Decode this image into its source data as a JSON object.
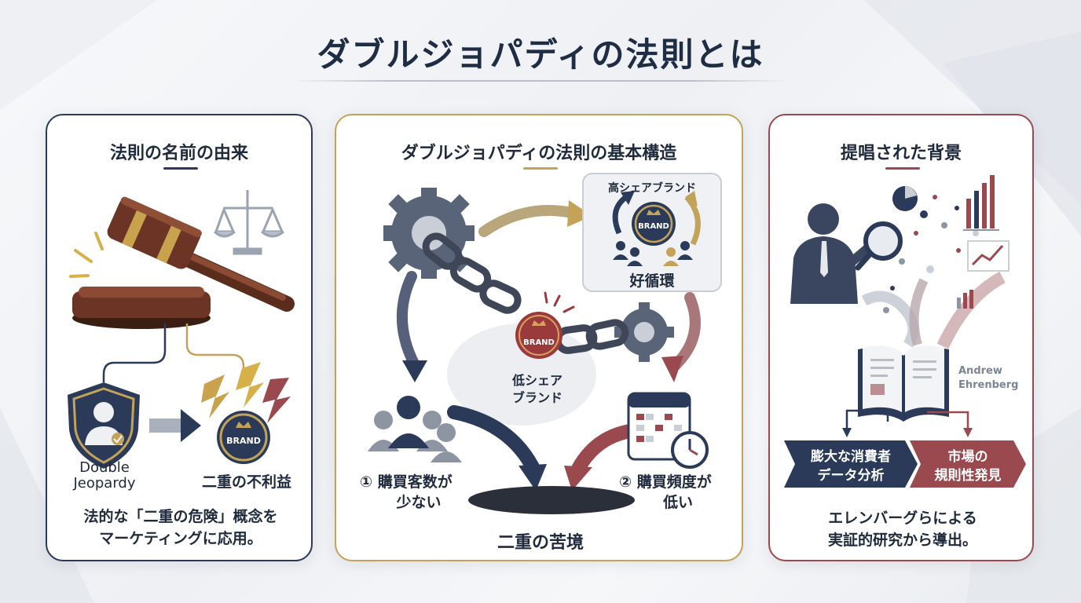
{
  "title": "ダブルジョパディの法則とは",
  "panels": {
    "left": {
      "heading": "法則の名前の由来",
      "badge": "BRAND",
      "label_en_line1": "Double",
      "label_en_line2": "Jeopardy",
      "label_jp": "二重の不利益",
      "desc_line1": "法的な「二重の危険」概念を",
      "desc_line2": "マーケティングに応用。"
    },
    "middle": {
      "heading": "ダブルジョパディの法則の基本構造",
      "high_share": "高シェアブランド",
      "high_badge": "BRAND",
      "virtuous": "好循環",
      "low_badge": "BRAND",
      "low_share_line1": "低シェア",
      "low_share_line2": "ブランド",
      "point1_line1": "① 購買客数が",
      "point1_line2": "少ない",
      "point2_line1": "② 購買頻度が",
      "point2_line2": "低い",
      "result": "二重の苦境"
    },
    "right": {
      "heading": "提唱された背景",
      "author_line1": "Andrew",
      "author_line2": "Ehrenberg",
      "box1_line1": "膨大な消費者",
      "box1_line2": "データ分析",
      "box2_line1": "市場の",
      "box2_line2": "規則性発見",
      "desc_line1": "エレンバーグらによる",
      "desc_line2": "実証的研究から導出。"
    }
  },
  "colors": {
    "navy": "#2a3a58",
    "gold": "#c3a35a",
    "maroon": "#9a4a4e"
  }
}
